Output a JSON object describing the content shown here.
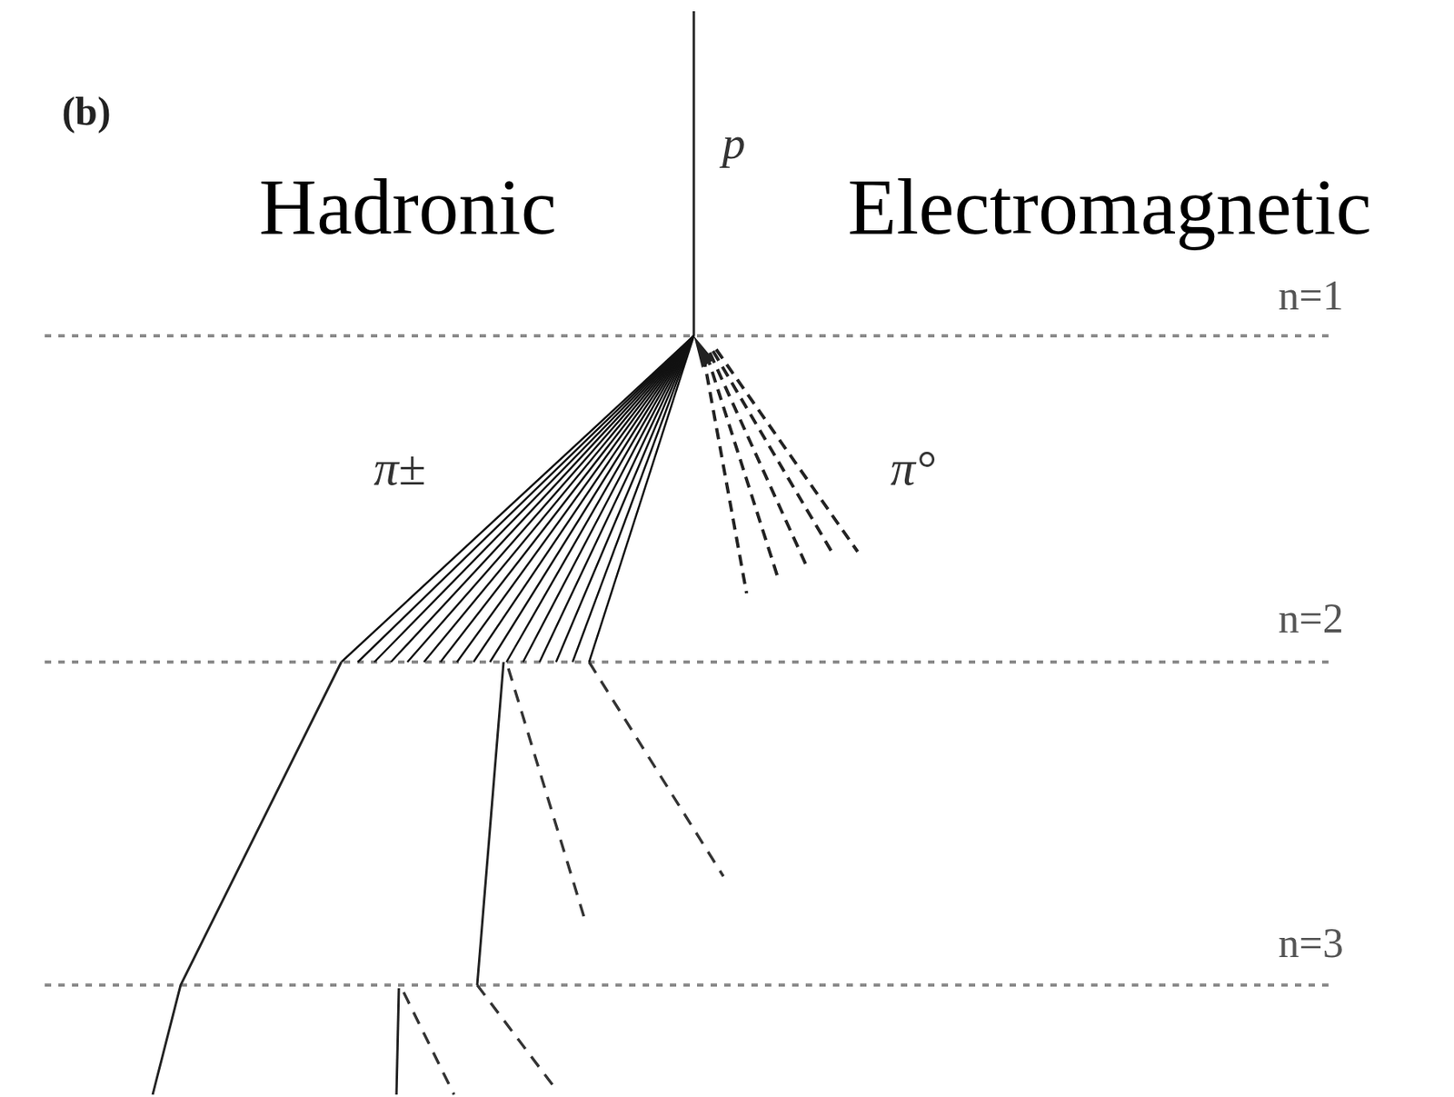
{
  "diagram": {
    "labels": [
      "(b)",
      "p",
      "Hadronic",
      "Electromagnetic",
      "n=1",
      "n=2",
      "n=3",
      "π±",
      "π°"
    ]
  }
}
